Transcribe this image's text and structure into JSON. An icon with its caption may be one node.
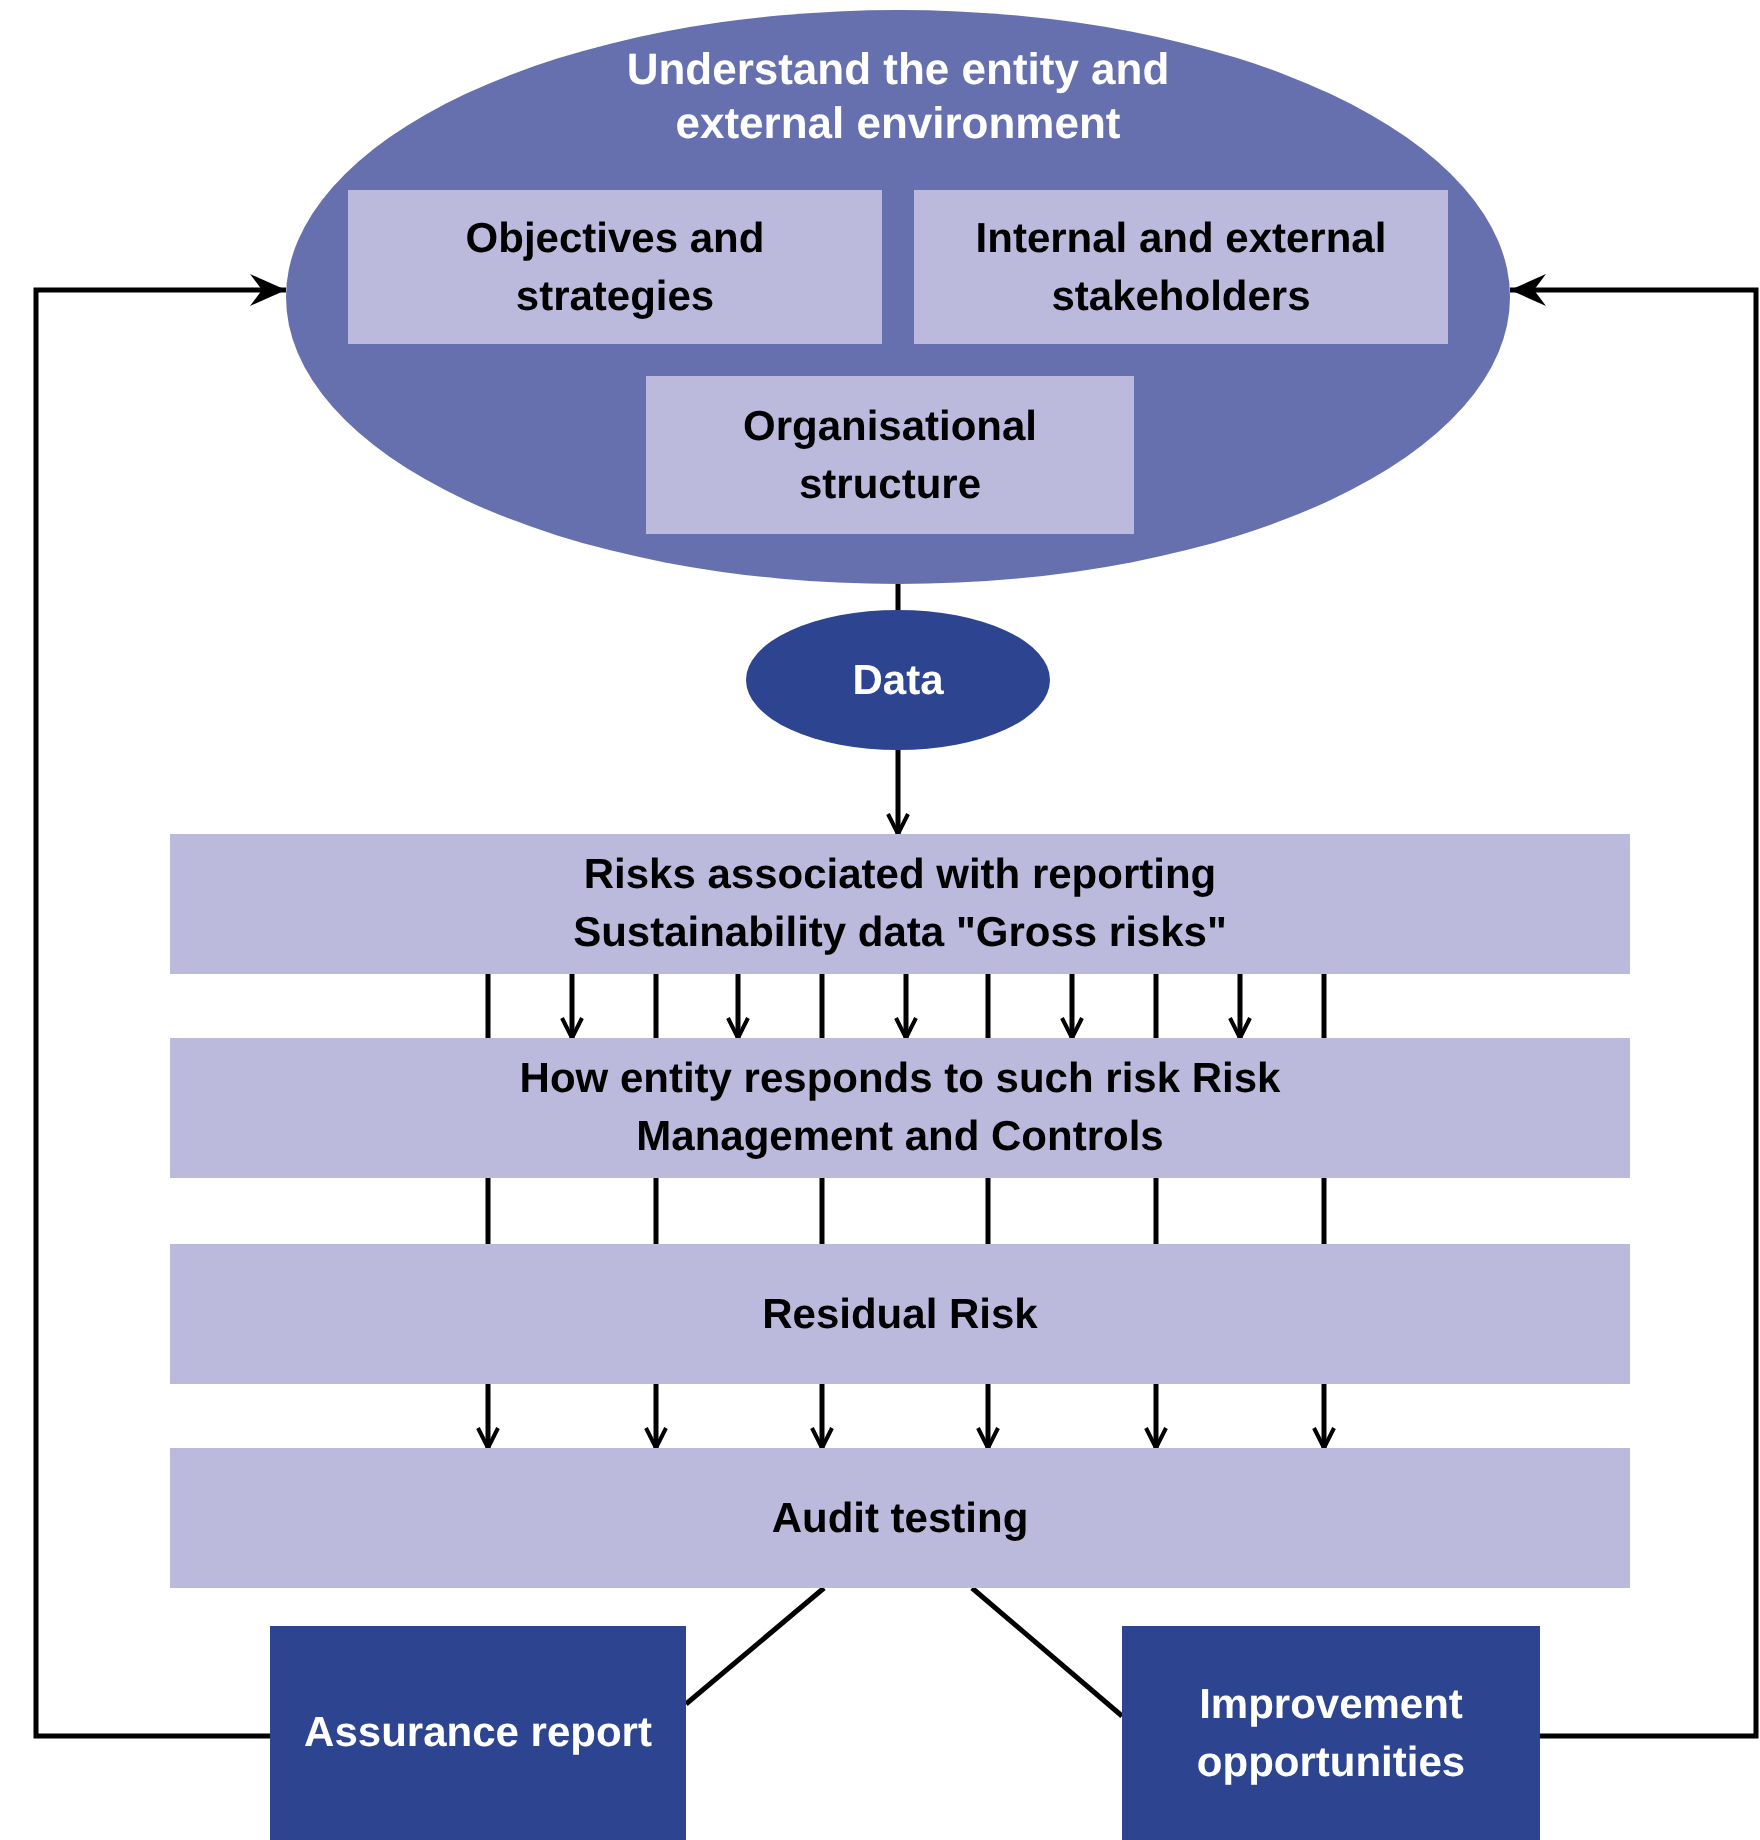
{
  "diagram": {
    "nodes": [
      {
        "text": [
          "Understand the entity and external environment"
        ]
      },
      {
        "text": [
          "Objectives and strategies"
        ],
        "in": 0
      },
      {
        "text": [
          "Internal and external stakeholders"
        ],
        "in": 0
      },
      {
        "text": [
          "Organisational structure"
        ],
        "in": 0
      },
      {
        "text": [
          "Data"
        ]
      },
      {
        "text": [
          "Risks associated with reporting Sustainability data \"Gross risks\""
        ]
      },
      {
        "text": [
          "How entity responds to such risk Risk Management and Controls"
        ]
      },
      {
        "text": [
          "Residual Risk"
        ]
      },
      {
        "text": [
          "Audit testing"
        ]
      },
      {
        "text": [
          "Assurance report"
        ]
      },
      {
        "text": [
          "Improvement opportunities"
        ]
      }
    ],
    "edges": [
      {
        "from": 0,
        "to": 4,
        "arrow": "none"
      },
      {
        "from": 4,
        "to": 5,
        "arrow": "to"
      },
      {
        "from": 5,
        "to": 6,
        "arrow": "none"
      },
      {
        "from": 5,
        "to": 6,
        "arrow": "to"
      },
      {
        "from": 5,
        "to": 6,
        "arrow": "none"
      },
      {
        "from": 5,
        "to": 6,
        "arrow": "to"
      },
      {
        "from": 5,
        "to": 6,
        "arrow": "none"
      },
      {
        "from": 5,
        "to": 6,
        "arrow": "to"
      },
      {
        "from": 5,
        "to": 6,
        "arrow": "none"
      },
      {
        "from": 5,
        "to": 6,
        "arrow": "to"
      },
      {
        "from": 5,
        "to": 6,
        "arrow": "none"
      },
      {
        "from": 5,
        "to": 6,
        "arrow": "to"
      },
      {
        "from": 5,
        "to": 6,
        "arrow": "none"
      },
      {
        "from": 6,
        "to": 7,
        "arrow": "none"
      },
      {
        "from": 6,
        "to": 7,
        "arrow": "none"
      },
      {
        "from": 6,
        "to": 7,
        "arrow": "none"
      },
      {
        "from": 6,
        "to": 7,
        "arrow": "none"
      },
      {
        "from": 6,
        "to": 7,
        "arrow": "none"
      },
      {
        "from": 6,
        "to": 7,
        "arrow": "none"
      },
      {
        "from": 7,
        "to": 8,
        "arrow": "to"
      },
      {
        "from": 7,
        "to": 8,
        "arrow": "to"
      },
      {
        "from": 7,
        "to": 8,
        "arrow": "to"
      },
      {
        "from": 7,
        "to": 8,
        "arrow": "to"
      },
      {
        "from": 7,
        "to": 8,
        "arrow": "to"
      },
      {
        "from": 7,
        "to": 8,
        "arrow": "to"
      },
      {
        "from": 8,
        "to": 9,
        "arrow": "none"
      },
      {
        "from": 8,
        "to": 10,
        "arrow": "none"
      },
      {
        "from": 9,
        "to": 0,
        "arrow": "to"
      },
      {
        "from": 10,
        "to": 0,
        "arrow": "to"
      }
    ]
  }
}
